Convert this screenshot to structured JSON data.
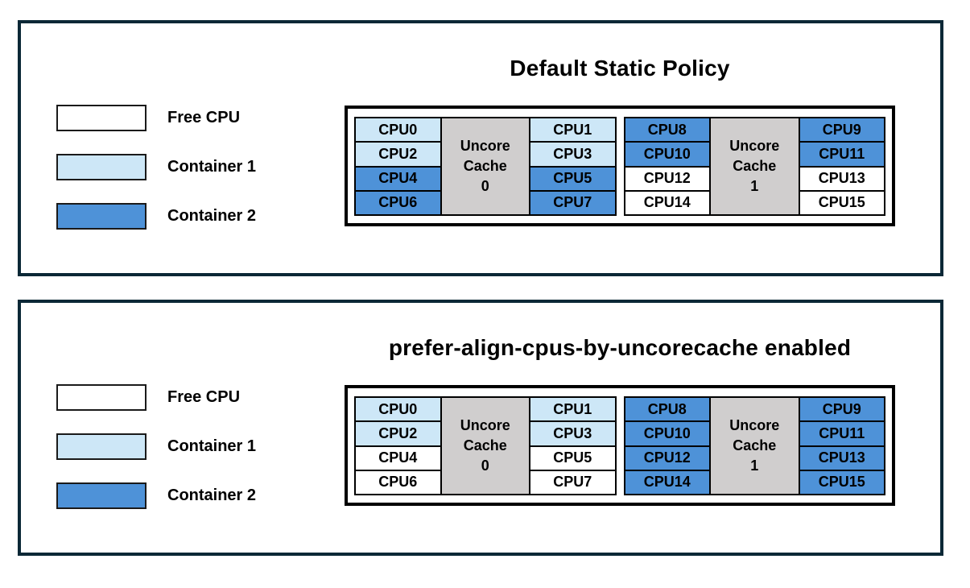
{
  "colors": {
    "free": "#ffffff",
    "container1": "#cde7f7",
    "container2": "#4e92d8",
    "cache": "#d0cece",
    "panel_border": "#0b2836",
    "cell_border": "#000000",
    "text": "#000000"
  },
  "legend": {
    "items": [
      {
        "label": "Free CPU",
        "state": "free"
      },
      {
        "label": "Container 1",
        "state": "container1"
      },
      {
        "label": "Container 2",
        "state": "container2"
      }
    ]
  },
  "panels": [
    {
      "title": "Default Static Policy",
      "groups": [
        {
          "cache_lines": [
            "Uncore",
            "Cache",
            "0"
          ],
          "left_cpus": [
            {
              "label": "CPU0",
              "state": "container1"
            },
            {
              "label": "CPU2",
              "state": "container1"
            },
            {
              "label": "CPU4",
              "state": "container2"
            },
            {
              "label": "CPU6",
              "state": "container2"
            }
          ],
          "right_cpus": [
            {
              "label": "CPU1",
              "state": "container1"
            },
            {
              "label": "CPU3",
              "state": "container1"
            },
            {
              "label": "CPU5",
              "state": "container2"
            },
            {
              "label": "CPU7",
              "state": "container2"
            }
          ]
        },
        {
          "cache_lines": [
            "Uncore",
            "Cache",
            "1"
          ],
          "left_cpus": [
            {
              "label": "CPU8",
              "state": "container2"
            },
            {
              "label": "CPU10",
              "state": "container2"
            },
            {
              "label": "CPU12",
              "state": "free"
            },
            {
              "label": "CPU14",
              "state": "free"
            }
          ],
          "right_cpus": [
            {
              "label": "CPU9",
              "state": "container2"
            },
            {
              "label": "CPU11",
              "state": "container2"
            },
            {
              "label": "CPU13",
              "state": "free"
            },
            {
              "label": "CPU15",
              "state": "free"
            }
          ]
        }
      ]
    },
    {
      "title": "prefer-align-cpus-by-uncorecache enabled",
      "groups": [
        {
          "cache_lines": [
            "Uncore",
            "Cache",
            "0"
          ],
          "left_cpus": [
            {
              "label": "CPU0",
              "state": "container1"
            },
            {
              "label": "CPU2",
              "state": "container1"
            },
            {
              "label": "CPU4",
              "state": "free"
            },
            {
              "label": "CPU6",
              "state": "free"
            }
          ],
          "right_cpus": [
            {
              "label": "CPU1",
              "state": "container1"
            },
            {
              "label": "CPU3",
              "state": "container1"
            },
            {
              "label": "CPU5",
              "state": "free"
            },
            {
              "label": "CPU7",
              "state": "free"
            }
          ]
        },
        {
          "cache_lines": [
            "Uncore",
            "Cache",
            "1"
          ],
          "left_cpus": [
            {
              "label": "CPU8",
              "state": "container2"
            },
            {
              "label": "CPU10",
              "state": "container2"
            },
            {
              "label": "CPU12",
              "state": "container2"
            },
            {
              "label": "CPU14",
              "state": "container2"
            }
          ],
          "right_cpus": [
            {
              "label": "CPU9",
              "state": "container2"
            },
            {
              "label": "CPU11",
              "state": "container2"
            },
            {
              "label": "CPU13",
              "state": "container2"
            },
            {
              "label": "CPU15",
              "state": "container2"
            }
          ]
        }
      ]
    }
  ]
}
